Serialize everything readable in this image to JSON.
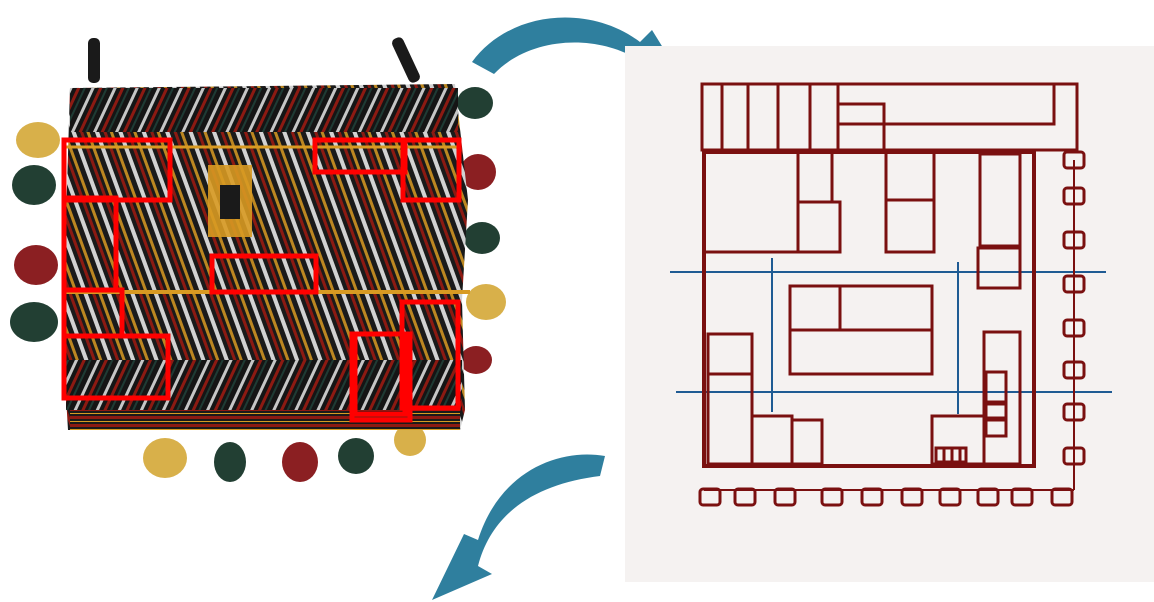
{
  "colors": {
    "background": "#ffffff",
    "panel": "#f5f2f1",
    "highlight_box": "#ff0000",
    "plan_outline": "#7a1010",
    "axis_line": "#1f5b93",
    "arrow_fill": "#2f7f9e",
    "textile_base": "#1a1a1a",
    "textile_white": "#f2f2f2",
    "textile_yellow": "#d89a22",
    "textile_red": "#8c1a12",
    "textile_green": "#1f3b34",
    "tassel_gold": "#d8b04a",
    "tassel_red": "#8b1f22",
    "tassel_green": "#223f33"
  },
  "figure": {
    "textile_photo": "woven-textile-bag",
    "sketch_panel": "architectural-plan-diagram",
    "arrow_top": "curved-arrow-right",
    "arrow_bottom": "curved-arrow-down-left"
  },
  "highlight_count": 10,
  "plan_column_count": 11,
  "plan_row_count": 8
}
